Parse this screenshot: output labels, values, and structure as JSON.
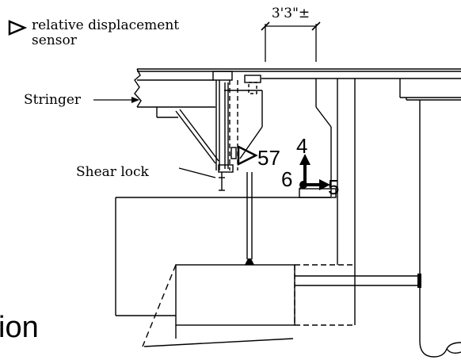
{
  "legend": {
    "symbol": "triangle-outline-icon",
    "line1": "relative displacement",
    "line2": "sensor"
  },
  "dimension": {
    "label": "3'3\"±"
  },
  "labels": {
    "stringer": "Stringer",
    "shear_lock": "Shear lock"
  },
  "sensor": {
    "id": "57"
  },
  "axes": {
    "up": "4",
    "right": "5",
    "out": "6"
  },
  "partial_caption": "ion",
  "colors": {
    "ink": "#000000",
    "background": "#ffffff"
  }
}
